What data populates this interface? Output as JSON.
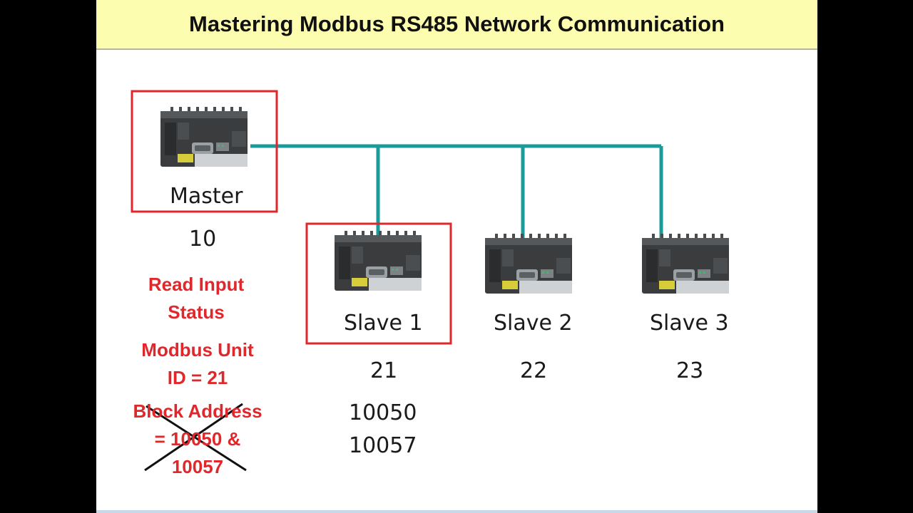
{
  "title": "Mastering Modbus RS485 Network Communication",
  "colors": {
    "title_background": "#fdfdb0",
    "bus_line": "#1a9a9a",
    "highlight_box": "#e0272b",
    "note_text": "#e0272b"
  },
  "master": {
    "label": "Master",
    "id": "10",
    "highlighted": true
  },
  "slaves": [
    {
      "label": "Slave 1",
      "id": "21",
      "highlighted": true
    },
    {
      "label": "Slave 2",
      "id": "22",
      "highlighted": false
    },
    {
      "label": "Slave 3",
      "id": "23",
      "highlighted": false
    }
  ],
  "slave1_addresses": [
    "10050",
    "10057"
  ],
  "notes": {
    "function": [
      "Read Input",
      "Status"
    ],
    "unit_id": [
      "Modbus Unit",
      "ID = 21"
    ],
    "block_address": [
      "Block Address",
      "= 10050 &",
      "10057"
    ],
    "block_address_crossed_out": true
  }
}
